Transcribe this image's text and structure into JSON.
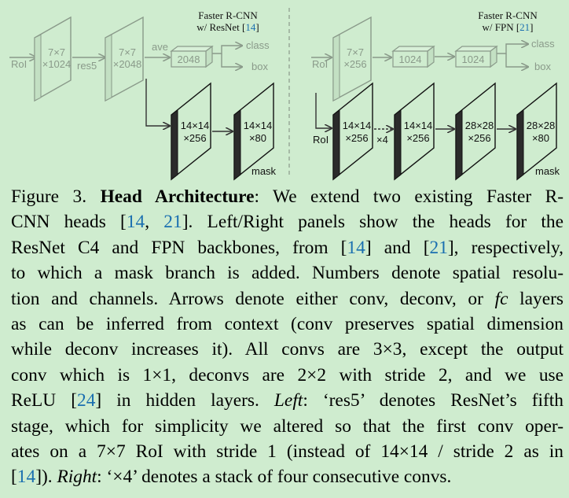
{
  "figure": {
    "left_panel": {
      "title_line1": "Faster R-CNN",
      "title_line2_prefix": "w/ ResNet [",
      "title_cite": "14",
      "title_line2_suffix": "]",
      "roi": "RoI",
      "box1_line1": "7×7",
      "box1_line2": "×1024",
      "res5": "res5",
      "box2_line1": "7×7",
      "box2_line2": "×2048",
      "ave": "ave",
      "fc": "2048",
      "class": "class",
      "box": "box",
      "mask1_line1": "14×14",
      "mask1_line2": "×256",
      "mask2_line1": "14×14",
      "mask2_line2": "×80",
      "mask": "mask"
    },
    "right_panel": {
      "title_line1": "Faster R-CNN",
      "title_line2_prefix": "w/ FPN [",
      "title_cite": "21",
      "title_line2_suffix": "]",
      "roi_top": "RoI",
      "box_top_line1": "7×7",
      "box_top_line2": "×256",
      "fc1": "1024",
      "fc2": "1024",
      "class": "class",
      "box": "box",
      "roi_bottom": "RoI",
      "m1_line1": "14×14",
      "m1_line2": "×256",
      "x4": "×4",
      "m2_line1": "14×14",
      "m2_line2": "×256",
      "m3_line1": "28×28",
      "m3_line2": "×256",
      "m4_line1": "28×28",
      "m4_line2": "×80",
      "mask": "mask"
    }
  },
  "caption": {
    "l1": {
      "a": "Figure 3. ",
      "b": "Head Architecture",
      "c": ": We extend two existing Faster R-"
    },
    "l2": {
      "a": "CNN heads [",
      "cite1": "14",
      "b": ", ",
      "cite2": "21",
      "c": "]. Left/Right panels show the heads for the"
    },
    "l3": {
      "a": "ResNet C4 and FPN backbones, from [",
      "cite1": "14",
      "b": "] and [",
      "cite2": "21",
      "c": "], respectively,"
    },
    "l4": "to which a mask branch is added. Numbers denote spatial resolu-",
    "l5": {
      "a": "tion and channels. Arrows denote either conv, deconv, or ",
      "fc": "fc",
      "b": " layers"
    },
    "l6": "as can be inferred from context (conv preserves spatial dimension",
    "l7": "while deconv increases it). All convs are 3×3, except the output",
    "l8": "conv which is 1×1, deconvs are 2×2 with stride 2, and we use",
    "l9": {
      "a": "ReLU [",
      "cite": "24",
      "b": "] in hidden layers. ",
      "left": "Left",
      "c": ": ‘res5’ denotes ResNet’s fifth"
    },
    "l10": "stage, which for simplicity we altered so that the first conv oper-",
    "l11": "ates on a 7×7 RoI with stride 1 (instead of 14×14 / stride 2 as in",
    "l12": {
      "a": "[",
      "cite": "14",
      "b": "]). ",
      "right": "Right",
      "c": ": ‘×4’ denotes a stack of four consecutive convs."
    }
  }
}
